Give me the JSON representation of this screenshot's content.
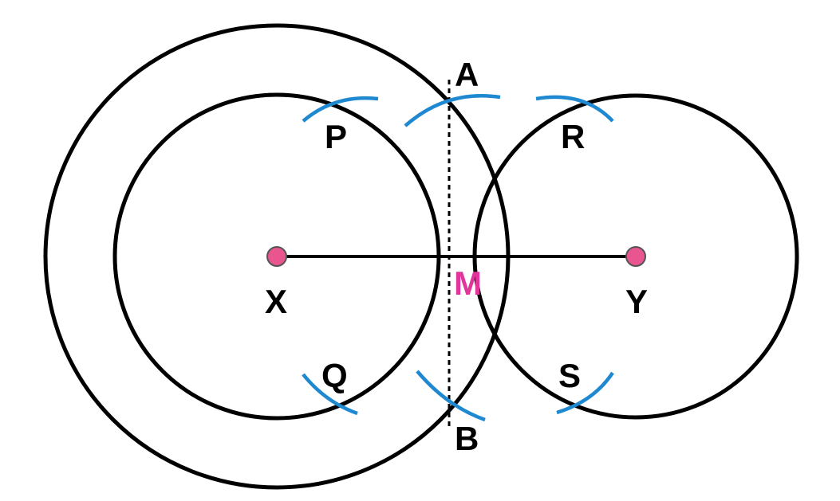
{
  "diagram": {
    "labels": {
      "A": "A",
      "B": "B",
      "P": "P",
      "Q": "Q",
      "R": "R",
      "S": "S",
      "X": "X",
      "Y": "Y",
      "M": "M"
    },
    "colors": {
      "stroke": "#000000",
      "arc": "#1e88d0",
      "point_fill": "#e8558f",
      "midpoint_label": "#e0359a"
    }
  }
}
